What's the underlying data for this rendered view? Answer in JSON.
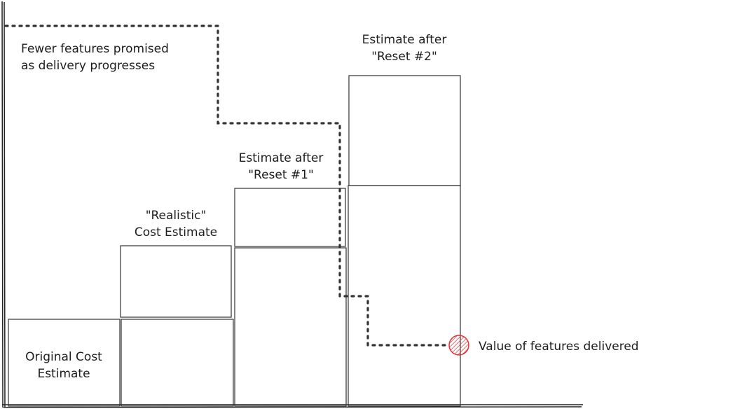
{
  "labels": {
    "top_note_line1": "Fewer features promised",
    "top_note_line2": "as delivery progresses",
    "original_line1": "Original Cost",
    "original_line2": "Estimate",
    "realistic_line1": "\"Realistic\"",
    "realistic_line2": "Cost Estimate",
    "reset1_line1": "Estimate after",
    "reset1_line2": "\"Reset #1\"",
    "reset2_line1": "Estimate after",
    "reset2_line2": "\"Reset #2\"",
    "value_label": "Value of features delivered"
  },
  "colors": {
    "original_fill": "#8bc34a",
    "realistic_fill": "#a5c8f0",
    "reset1_fill": "#f5a25d",
    "reset2_fill": "#f4a7b3",
    "base_fill": "#bdbdbd",
    "marker": "#e03131"
  }
}
